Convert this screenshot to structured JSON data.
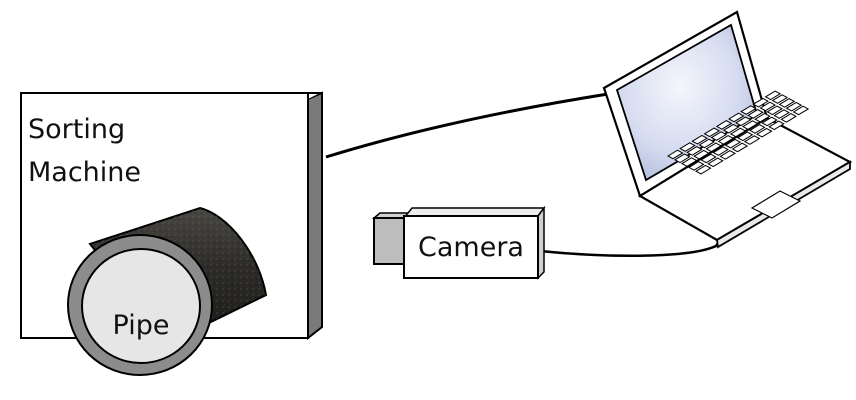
{
  "sorting_machine": {
    "label_line1": "Sorting",
    "label_line2": "Machine"
  },
  "pipe": {
    "label": "Pipe"
  },
  "camera": {
    "label": "Camera"
  },
  "laptop": {},
  "colors": {
    "outline": "#000000",
    "box_side": "#7a7a7a",
    "pipe_body": "#2b2a27",
    "pipe_rim": "#8c8c8c",
    "pipe_face": "#e6e6e6",
    "camera_lens": "#bdbdbd",
    "screen_center": "#f2f4fb",
    "screen_edge": "#a9b4d8"
  }
}
